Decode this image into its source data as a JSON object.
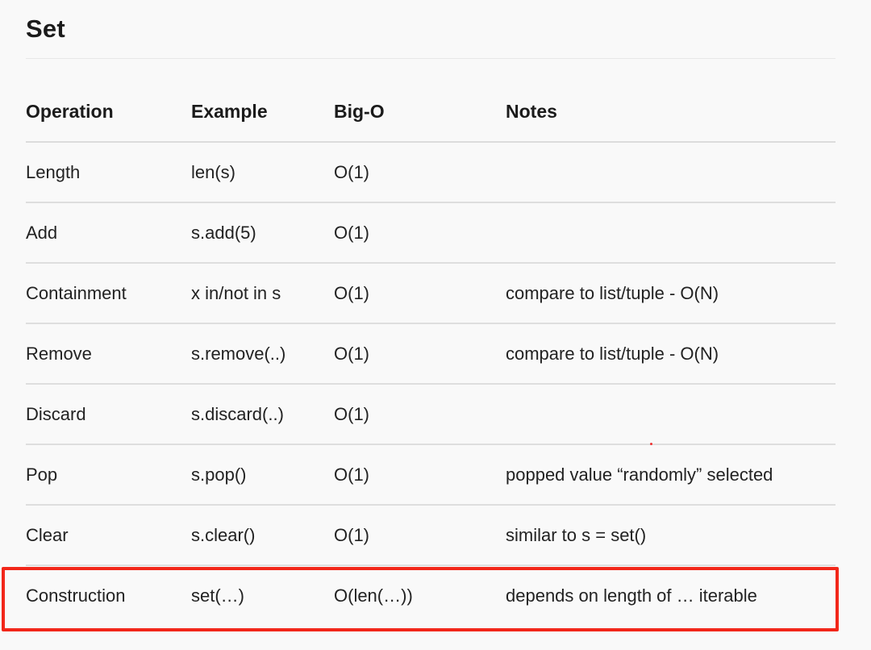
{
  "page": {
    "title": "Set"
  },
  "table": {
    "headers": [
      "Operation",
      "Example",
      "Big-O",
      "Notes"
    ],
    "rows": [
      [
        "Length",
        "len(s)",
        "O(1)",
        ""
      ],
      [
        "Add",
        "s.add(5)",
        "O(1)",
        ""
      ],
      [
        "Containment",
        "x in/not in s",
        "O(1)",
        "compare to list/tuple - O(N)"
      ],
      [
        "Remove",
        "s.remove(..)",
        "O(1)",
        "compare to list/tuple - O(N)"
      ],
      [
        "Discard",
        "s.discard(..)",
        "O(1)",
        ""
      ],
      [
        "Pop",
        "s.pop()",
        "O(1)",
        "popped value “randomly” selected"
      ],
      [
        "Clear",
        "s.clear()",
        "O(1)",
        "similar to s = set()"
      ],
      [
        "Construction",
        "set(…)",
        "O(len(…))",
        "depends on length of … iterable"
      ]
    ],
    "highlighted_row": 7
  },
  "colors": {
    "highlight": "#f2271a",
    "background": "#f9f9f9"
  }
}
